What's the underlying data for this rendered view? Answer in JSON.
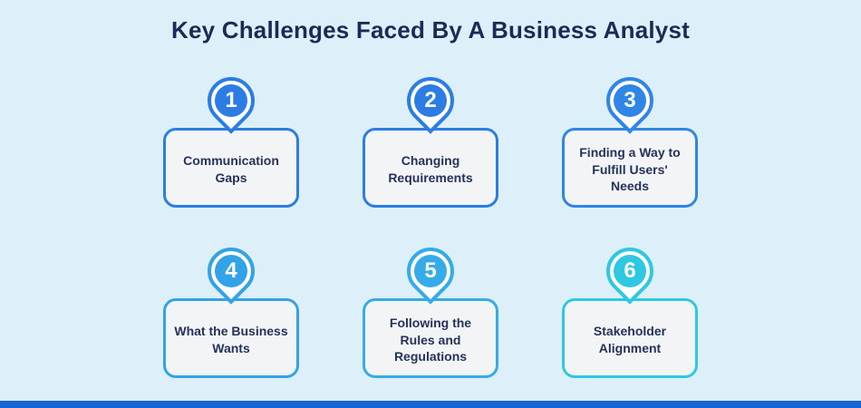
{
  "title": "Key Challenges Faced By A Business Analyst",
  "colors": {
    "background": "#ddf0f9",
    "title_text": "#1c2b55",
    "card_background": "#f3f4f6",
    "card_text": "#24335c",
    "footer_bar": "#1565d4"
  },
  "cards": [
    {
      "number": "1",
      "label": "Communication Gaps",
      "accent": "#2b7de4"
    },
    {
      "number": "2",
      "label": "Changing Requirements",
      "accent": "#2b7de4"
    },
    {
      "number": "3",
      "label": "Finding a Way to Fulfill Users' Needs",
      "accent": "#2f86e6"
    },
    {
      "number": "4",
      "label": "What the Business Wants",
      "accent": "#33a3e8"
    },
    {
      "number": "5",
      "label": "Following the Rules and Regulations",
      "accent": "#35ace9"
    },
    {
      "number": "6",
      "label": "Stakeholder Alignment",
      "accent": "#2fc8e2"
    }
  ]
}
